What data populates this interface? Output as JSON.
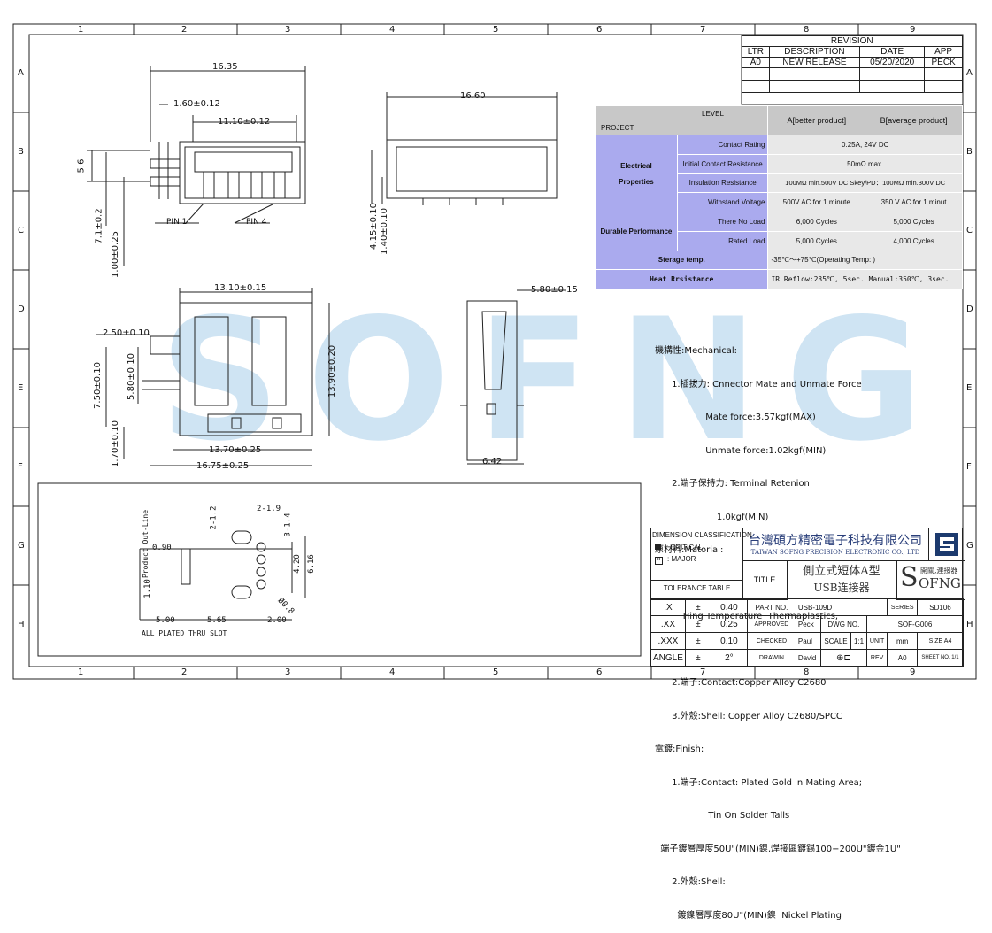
{
  "grid": {
    "cols": [
      "1",
      "2",
      "3",
      "4",
      "5",
      "6",
      "7",
      "8",
      "9"
    ],
    "rows": [
      "A",
      "B",
      "C",
      "D",
      "E",
      "F",
      "G",
      "H"
    ]
  },
  "watermark": "SOFNG",
  "revision": {
    "title": "REVISION",
    "headers": [
      "LTR",
      "DESCRIPTION",
      "DATE",
      "APP"
    ],
    "row": [
      "A0",
      "NEW RELEASE",
      "05/20/2020",
      "PECK"
    ]
  },
  "spec": {
    "project": "PROJECT",
    "level": "LEVEL",
    "colA": "A[better product]",
    "colB": "B[average product]",
    "contact_rating": {
      "label": "Contact Rating",
      "value": "0.25A, 24V DC"
    },
    "electrical": "Electrical",
    "properties": "Properties",
    "initial_resistance": {
      "label": "Initial Contact Resistance",
      "value": "50mΩ max."
    },
    "insulation": {
      "label": "Insulation Resistance",
      "value": "100MΩ min.500V DC  Skey/PD：100MΩ min.300V DC"
    },
    "withstand": {
      "label": "Withstand Voltage",
      "a": "500V AC for 1 minute",
      "b": "350 V AC for 1 minut"
    },
    "durable": "Durable Performance",
    "no_load": {
      "label": "There No Load",
      "a": "6,000 Cycles",
      "b": "5,000 Cycles"
    },
    "rated_load": {
      "label": "Rated Load",
      "a": "5,000 Cycles",
      "b": "4,000 Cycles"
    },
    "storage": {
      "label": "Sterage temp.",
      "value": "-35℃～+75℃(Operating Temp:                       )"
    },
    "heat": {
      "label": "Heat Rrsistance",
      "value": "IR Reflow:235℃, 5sec.  Manual:350℃, 3sec."
    }
  },
  "notes": [
    "機構性:Mechanical:",
    "      1.插拔力: Cnnector Mate and Unmate Force",
    "                  Mate force:3.57kgf(MAX)",
    "                  Unmate force:1.02kgf(MIN)",
    "      2.端子保持力: Terminal Retenion",
    "                      1.0kgf(MIN)",
    "原材料:Matorial:",
    "",
    "          Hing Temperature  Thermaplastics,",
    "",
    "      2.端子:Contact:Copper Alloy C2680",
    "      3.外殼:Shell: Copper Alloy C2680/SPCC",
    "電鍍:Finish:",
    "      1.端子:Contact: Plated Gold in Mating Area;",
    "                   Tin On Solder Talls",
    "  端子鍍層厚度50U\"(MIN)鎳,焊接區鍍錫100−200U\"鍍金1U\"",
    "      2.外殼:Shell:",
    "        鍍鎳層厚度80U\"(MIN)鎳  Nickel Plating"
  ],
  "title_block": {
    "dim_class": "DIMENSION CLASSIFICATION",
    "critical": "CRITICAL",
    "major": "MAJOR",
    "tolerance": "TOLERANCE TABLE",
    "company_cn": "台灣碩方精密電子科技有限公司",
    "company_en": "TAIWAN SOFNG PRECISION ELECTRONIC CO., LTD",
    "title_label": "TITLE",
    "title_cn1": "側立式短体A型",
    "title_cn2": "USB连接器",
    "brand_tag": "開關,連接器",
    "brand": "OFNG",
    "brand_s": "S",
    "tol": [
      [
        ".X",
        "±",
        "0.40"
      ],
      [
        ".XX",
        "±",
        "0.25"
      ],
      [
        ".XXX",
        "±",
        "0.10"
      ],
      [
        "ANGLE",
        "±",
        "2°"
      ]
    ],
    "part_no_label": "PART NO.",
    "part_no": "USB-109D",
    "series_label": "SERIES",
    "series": "SD106",
    "approved_label": "APPROVED",
    "approved": "Peck",
    "dwg_label": "DWG NO.",
    "dwg": "SOF-G006",
    "checked_label": "CHECKED",
    "checked": "Paul",
    "scale_label": "SCALE",
    "scale": "1:1",
    "unit_label": "UNIT",
    "unit": "mm",
    "size_label": "SIZE",
    "size": "A4",
    "drawn_label": "DRAWIN",
    "drawn": "David",
    "rev_label": "REV",
    "rev": "A0",
    "sheet_label": "SHEET NO.",
    "sheet": "1/1"
  },
  "dims": {
    "top_width": "16.35",
    "d1": "1.60±0.12",
    "d2": "11.10±0.12",
    "d3": "5.6",
    "d4": "7.1±0.2",
    "d5": "1.00±0.25",
    "pin1": "PIN 1",
    "pin4": "PIN 4",
    "side_len": "16.60",
    "d6": "4.15±0.10",
    "d7": "1.40±0.10",
    "d8": "13.10±0.15",
    "d9": "2.50±0.10",
    "d10": "7.50±0.10",
    "d11": "5.80±0.10",
    "d12": "13.90±0.20",
    "d13": "13.70±0.25",
    "d14": "16.75±0.25",
    "d15": "1.70±0.10",
    "d16": "5.80±0.15",
    "d17": "6.42",
    "fp_outline": "Product Out-Line",
    "fp1": "2-1.9",
    "fp2": "2-1.2",
    "fp3": "3-1.4",
    "fp4": "0.90",
    "fp5": "4.20",
    "fp6": "6.16",
    "fp7": "1.10",
    "fp8": "5.00",
    "fp9": "5.65",
    "fp10": "2.00",
    "fp11": "Ø0.8",
    "fp_note": "ALL PLATED THRU SLOT"
  }
}
